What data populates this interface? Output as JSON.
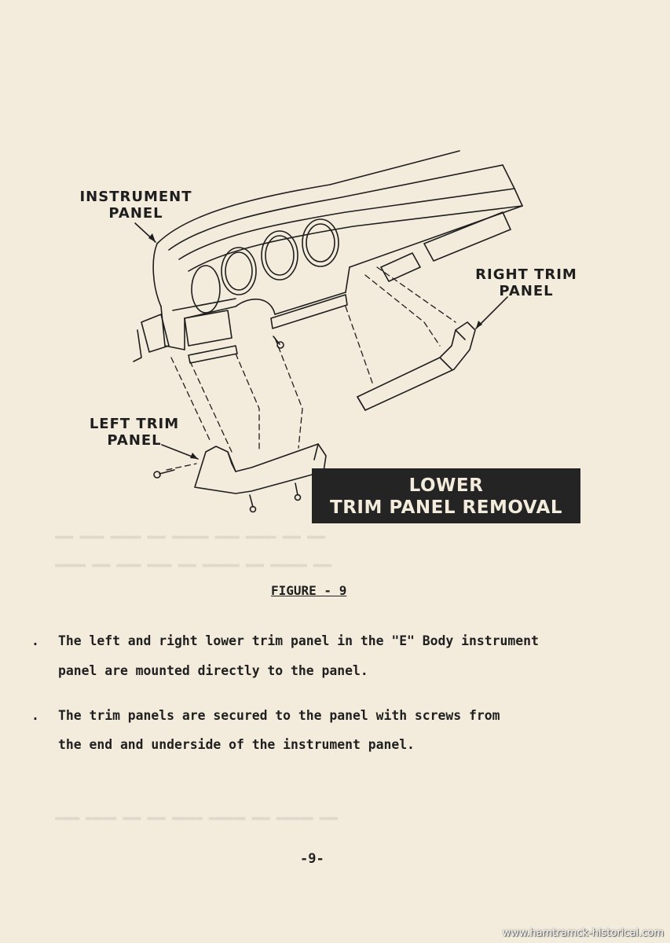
{
  "labels": {
    "instrument_panel": "INSTRUMENT\nPANEL",
    "right_trim_panel": "RIGHT TRIM\nPANEL",
    "left_trim_panel": "LEFT TRIM\nPANEL"
  },
  "banner": {
    "line1": "LOWER",
    "line2": "TRIM PANEL REMOVAL"
  },
  "caption": "FIGURE - 9",
  "bullets": [
    {
      "marker": ".",
      "lines": [
        "The left and right lower trim panel in the \"E\" Body instrument",
        "panel are mounted directly to the panel."
      ]
    },
    {
      "marker": ".",
      "lines": [
        "The trim panels are secured to the panel with screws from",
        "the end and underside of the instrument panel."
      ]
    }
  ],
  "page_number": "-9-",
  "watermark": "www.hamtramck-historical.com"
}
